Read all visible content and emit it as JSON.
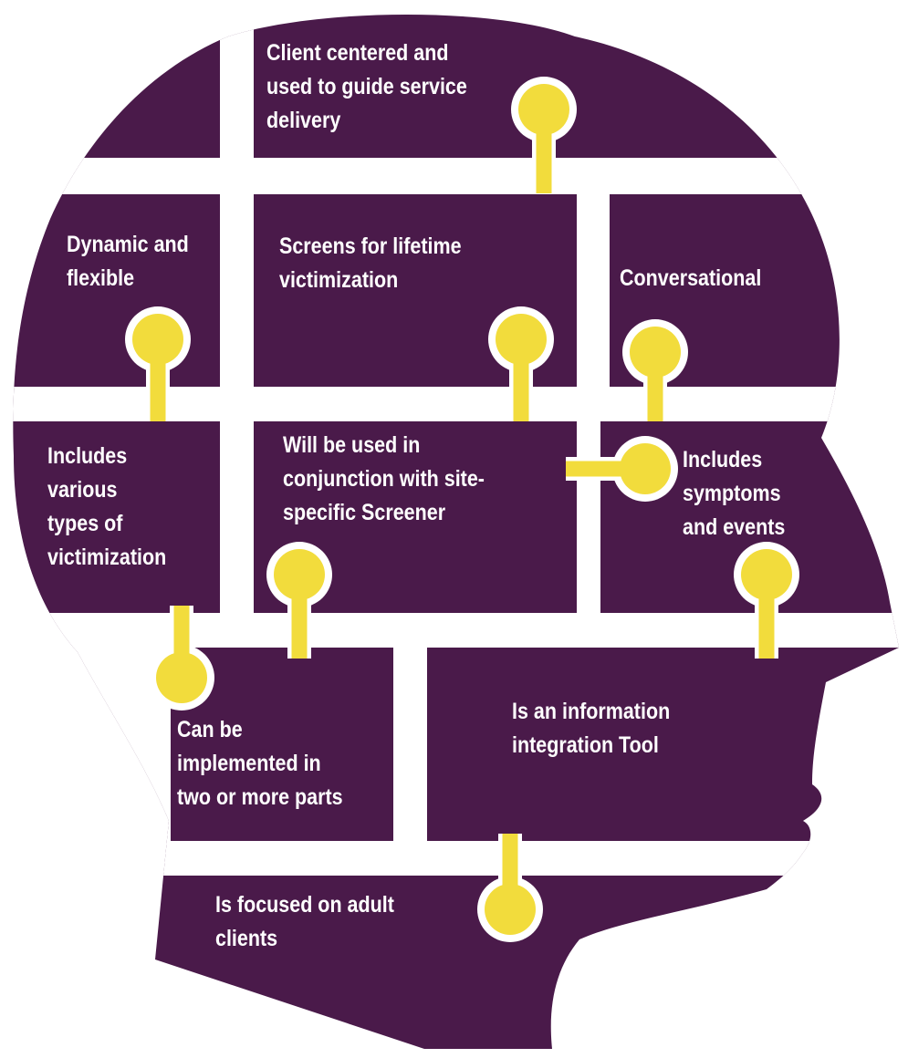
{
  "colors": {
    "head": "#4a1a4a",
    "gutter": "#ffffff",
    "keyhole": "#f2dc3c"
  },
  "labels": {
    "client_centered": "Client centered and\nused to guide service\ndelivery",
    "dynamic_flexible": "Dynamic and\nflexible",
    "lifetime_victimization": "Screens for lifetime\nvictimization",
    "conversational": "Conversational",
    "various_types": "Includes\nvarious\ntypes of\nvictimization",
    "site_specific": "Will be used in\nconjunction with site-\nspecific Screener",
    "symptoms_events": "Includes\nsymptoms\nand events",
    "two_parts": "Can be\nimplemented in\ntwo or more parts",
    "information_tool": "Is an information\nintegration Tool",
    "adult_clients": "Is focused on adult\nclients"
  }
}
